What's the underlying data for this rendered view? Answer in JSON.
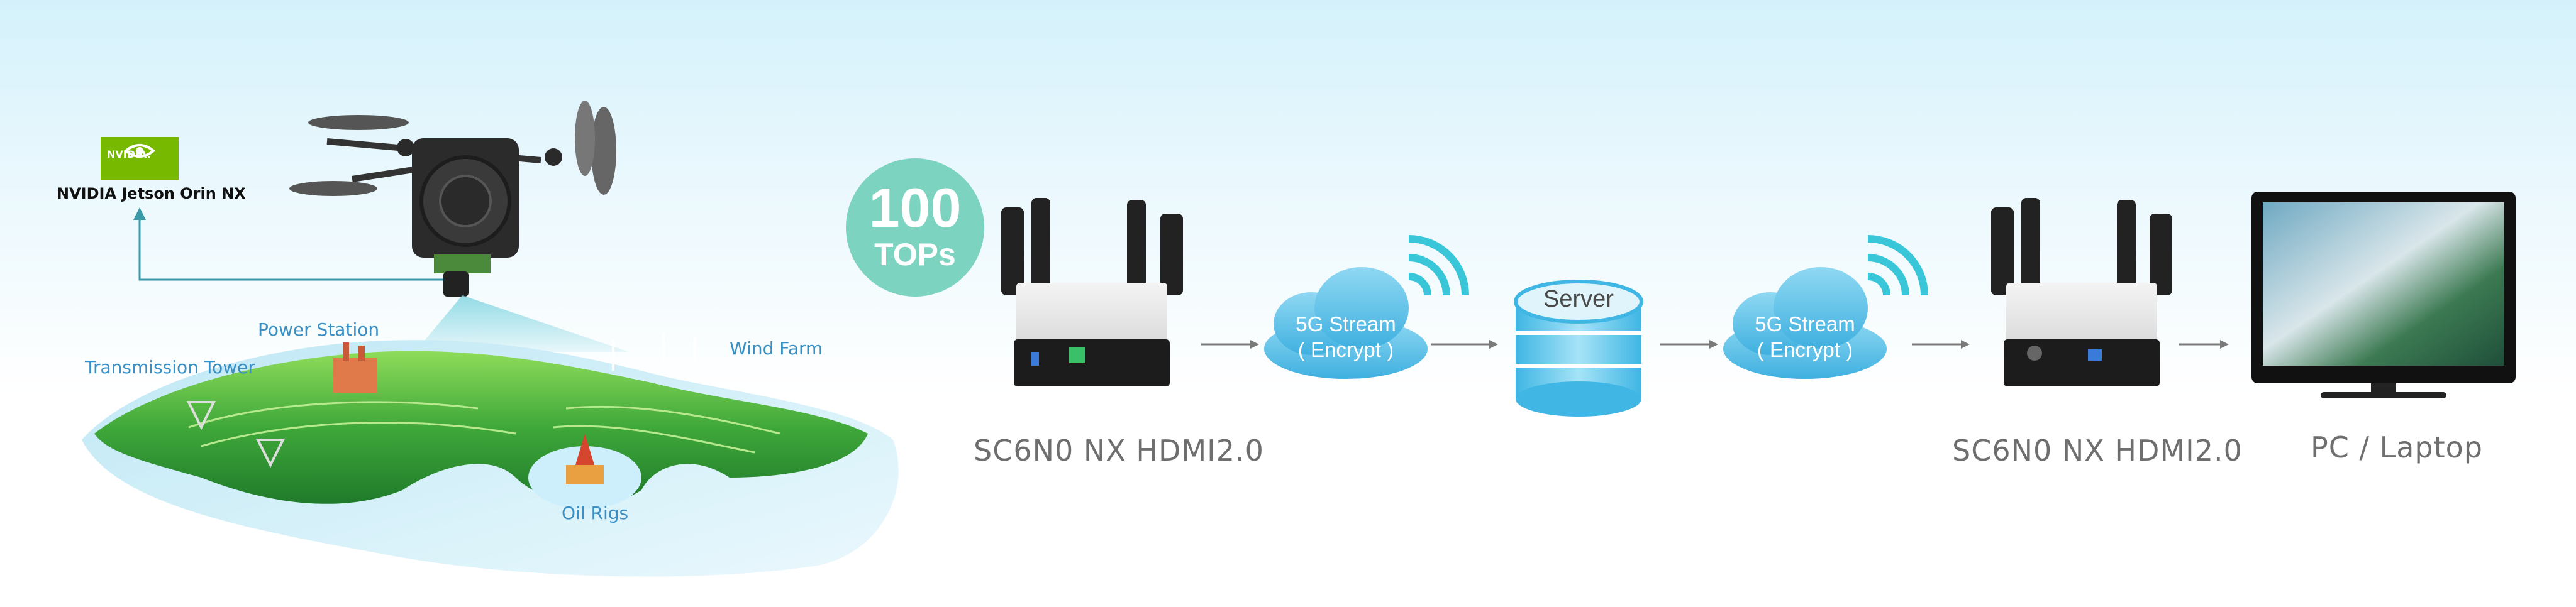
{
  "nvidia": {
    "logo_text": "NVIDIA.",
    "label": "NVIDIA Jetson Orin NX"
  },
  "map_labels": {
    "power_station": "Power Station",
    "transmission_tower": "Transmission Tower",
    "wind_farm": "Wind Farm",
    "oil_rigs": "Oil Rigs"
  },
  "tops": {
    "value": "100",
    "unit": "TOPs"
  },
  "sender": {
    "label": "SC6N0 NX HDMI2.0"
  },
  "stream_left": {
    "line1": "5G Stream",
    "line2": "( Encrypt )"
  },
  "server": {
    "label": "Server"
  },
  "stream_right": {
    "line1": "5G Stream",
    "line2": "( Encrypt )"
  },
  "receiver": {
    "label": "SC6N0 NX HDMI2.0"
  },
  "display": {
    "label": "PC / Laptop"
  },
  "colors": {
    "accent": "#3a8fc4",
    "tops": "#7cd3c0",
    "cloud": "#5cbfe6",
    "nvidia_green": "#76b900"
  }
}
